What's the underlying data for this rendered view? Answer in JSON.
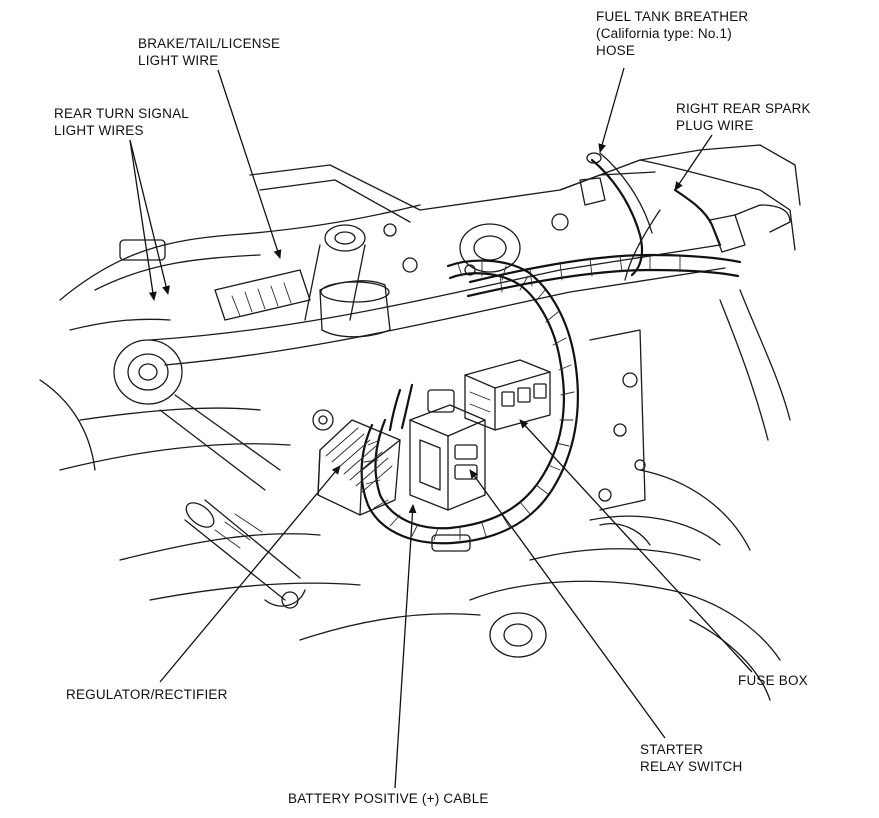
{
  "labels": {
    "fuel_tank_breather": [
      "FUEL TANK BREATHER",
      "(California type: No.1)",
      "HOSE"
    ],
    "brake_tail_license": [
      "BRAKE/TAIL/LICENSE",
      "LIGHT WIRE"
    ],
    "right_rear_spark": [
      "RIGHT REAR SPARK",
      "PLUG WIRE"
    ],
    "rear_turn_signal": [
      "REAR TURN SIGNAL",
      "LIGHT WIRES"
    ],
    "regulator_rectifier": [
      "REGULATOR/RECTIFIER"
    ],
    "fuse_box": [
      "FUSE BOX"
    ],
    "starter_relay": [
      "STARTER",
      "RELAY SWITCH"
    ],
    "battery_positive": [
      "BATTERY POSITIVE (+) CABLE"
    ]
  }
}
